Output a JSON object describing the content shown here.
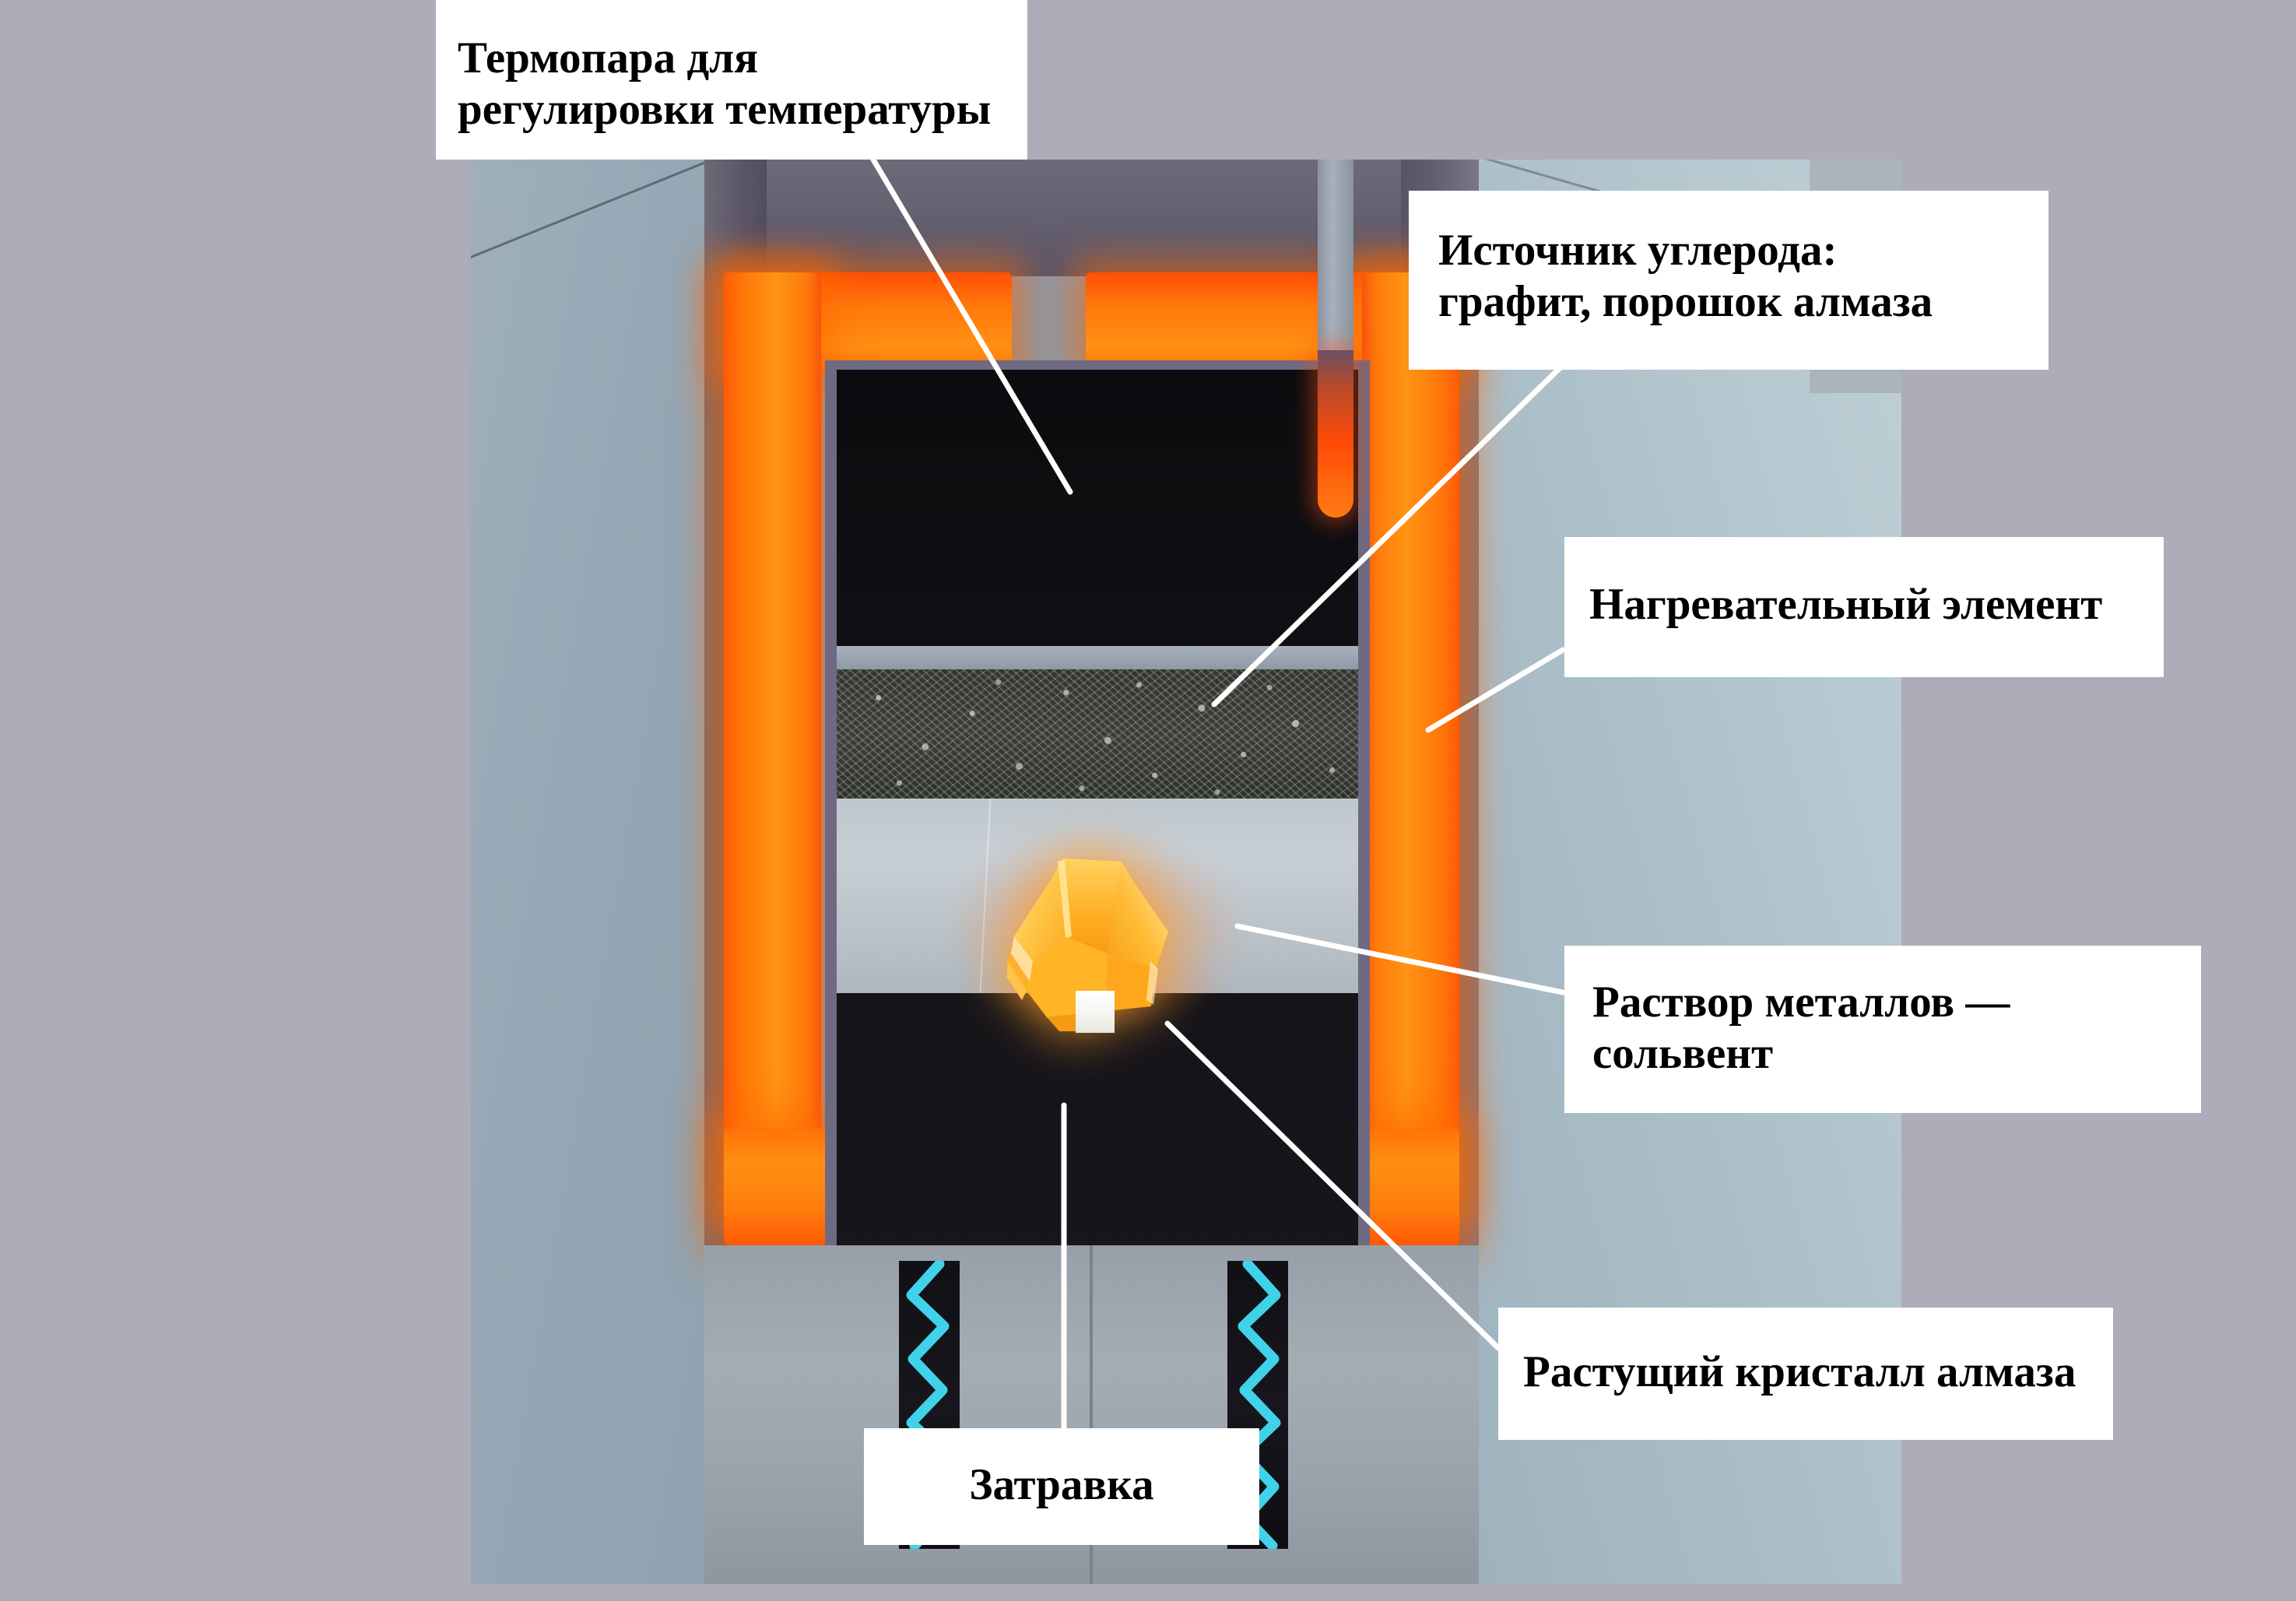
{
  "figure": {
    "subject": "HPHT diamond growth cell cross-section",
    "background_color": "#ACADB8",
    "label_box_color": "#FFFFFF",
    "leader_line_color": "#FFFFFF",
    "heater_glow_color": "#FF7A0C",
    "crystal_color": "#FFA81F",
    "coil_color": "#3FD2E8",
    "chamber_color": "#141318"
  },
  "labels": {
    "thermocouple": {
      "line1": "Термопара для",
      "line2": "регулировки температуры"
    },
    "carbon_source": {
      "line1": "Источник углерода:",
      "line2": "графит, порошок алмаза"
    },
    "heating_element": {
      "line1": "Нагревательный элемент"
    },
    "solvent": {
      "line1": "Раствор металлов —",
      "line2": "сольвент"
    },
    "growing_crystal": {
      "line1": "Растущий кристалл алмаза"
    },
    "seed": {
      "line1": "Затравка"
    }
  }
}
